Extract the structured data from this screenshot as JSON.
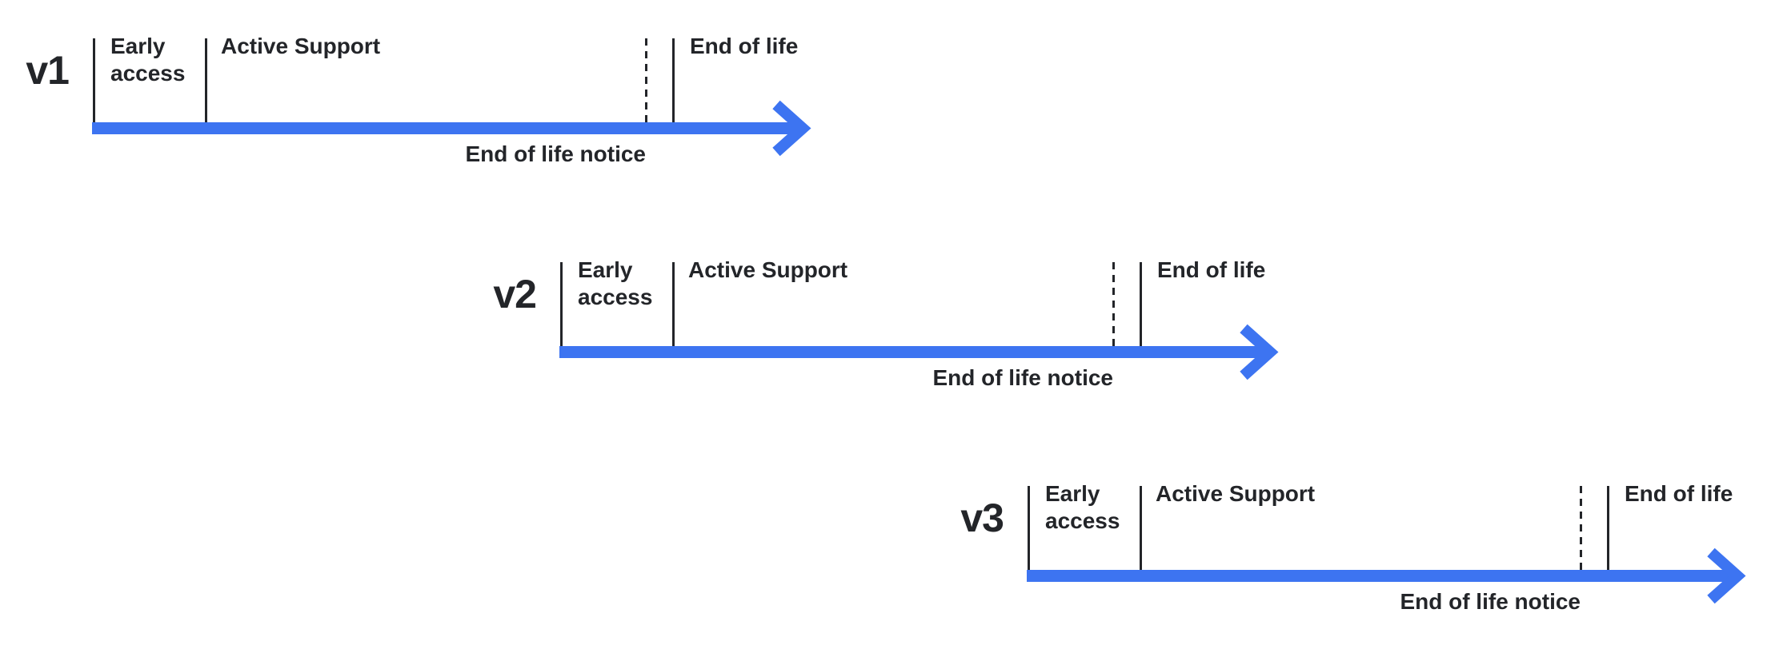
{
  "colors": {
    "arrow_blue": "#3d74f1",
    "ink": "#232529",
    "background": "#ffffff"
  },
  "timelines": [
    {
      "version_label": "v1",
      "early_access_label": "Early\naccess",
      "active_support_label": "Active Support",
      "end_of_life_label": "End of life",
      "eol_notice_label": "End of life notice"
    },
    {
      "version_label": "v2",
      "early_access_label": "Early\naccess",
      "active_support_label": "Active Support",
      "end_of_life_label": "End of life",
      "eol_notice_label": "End of life notice"
    },
    {
      "version_label": "v3",
      "early_access_label": "Early\naccess",
      "active_support_label": "Active Support",
      "end_of_life_label": "End of life",
      "eol_notice_label": "End of life notice"
    }
  ]
}
